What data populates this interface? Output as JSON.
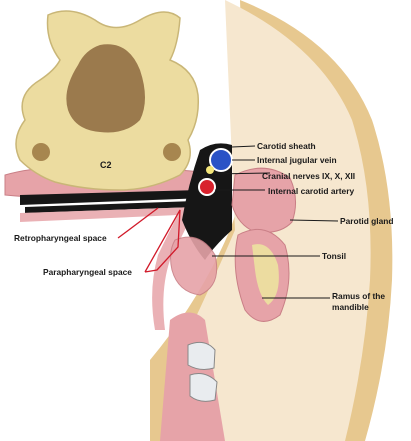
{
  "labels": {
    "vertebra": "C2",
    "carotid_sheath": "Carotid sheath",
    "internal_jugular_vein": "Internal jugular vein",
    "cranial_nerves": "Cranial nerves IX, X, XII",
    "internal_carotid_artery": "Internal carotid artery",
    "parotid_gland": "Parotid gland",
    "retropharyngeal_space": "Retropharyngeal space",
    "tonsil": "Tonsil",
    "parapharyngeal_space": "Parapharyngeal space",
    "ramus_line1": "Ramus of the",
    "ramus_line2": "mandible"
  },
  "colors": {
    "bone": "#ecdca0",
    "bone_outline": "#c9b677",
    "marrow": "#9b7a4d",
    "muscle": "#e6a3a8",
    "space": "#161616",
    "vein": "#2a53c6",
    "artery": "#d8222d",
    "nerve": "#f4e67a",
    "soft_tissue": "#f6e7cf",
    "skin": "#e7c88f",
    "leader_red": "#d11a2a"
  }
}
